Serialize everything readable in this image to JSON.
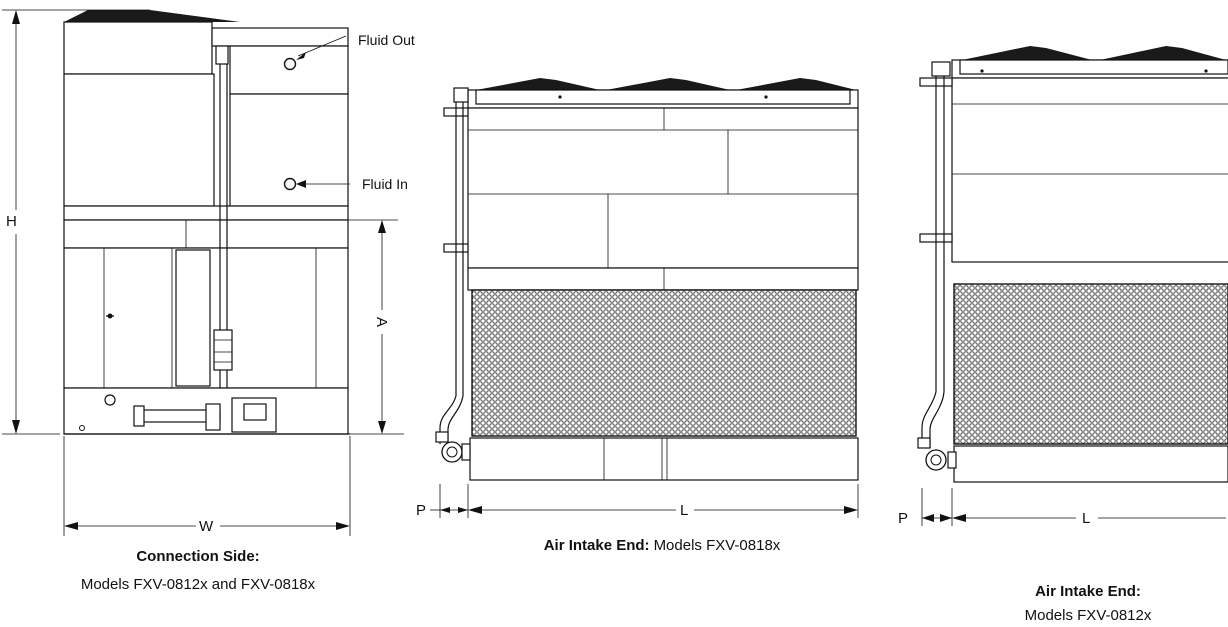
{
  "left_view": {
    "label_fluid_out": "Fluid Out",
    "label_fluid_in": "Fluid In",
    "dim_h": "H",
    "dim_a": "A",
    "dim_w": "W",
    "caption_title": "Connection Side:",
    "caption_sub": "Models FXV-0812x and FXV-0818x"
  },
  "middle_view": {
    "dim_p": "P",
    "dim_l": "L",
    "caption_title": "Air Intake End:",
    "caption_sub": "Models FXV-0818x"
  },
  "right_view": {
    "dim_p": "P",
    "dim_l": "L",
    "caption_title": "Air Intake End:",
    "caption_sub": "Models FXV-0812x"
  },
  "colors": {
    "line": "#111111",
    "mesh": "#8a8a8a",
    "fan_cap": "#1a1a1a"
  }
}
